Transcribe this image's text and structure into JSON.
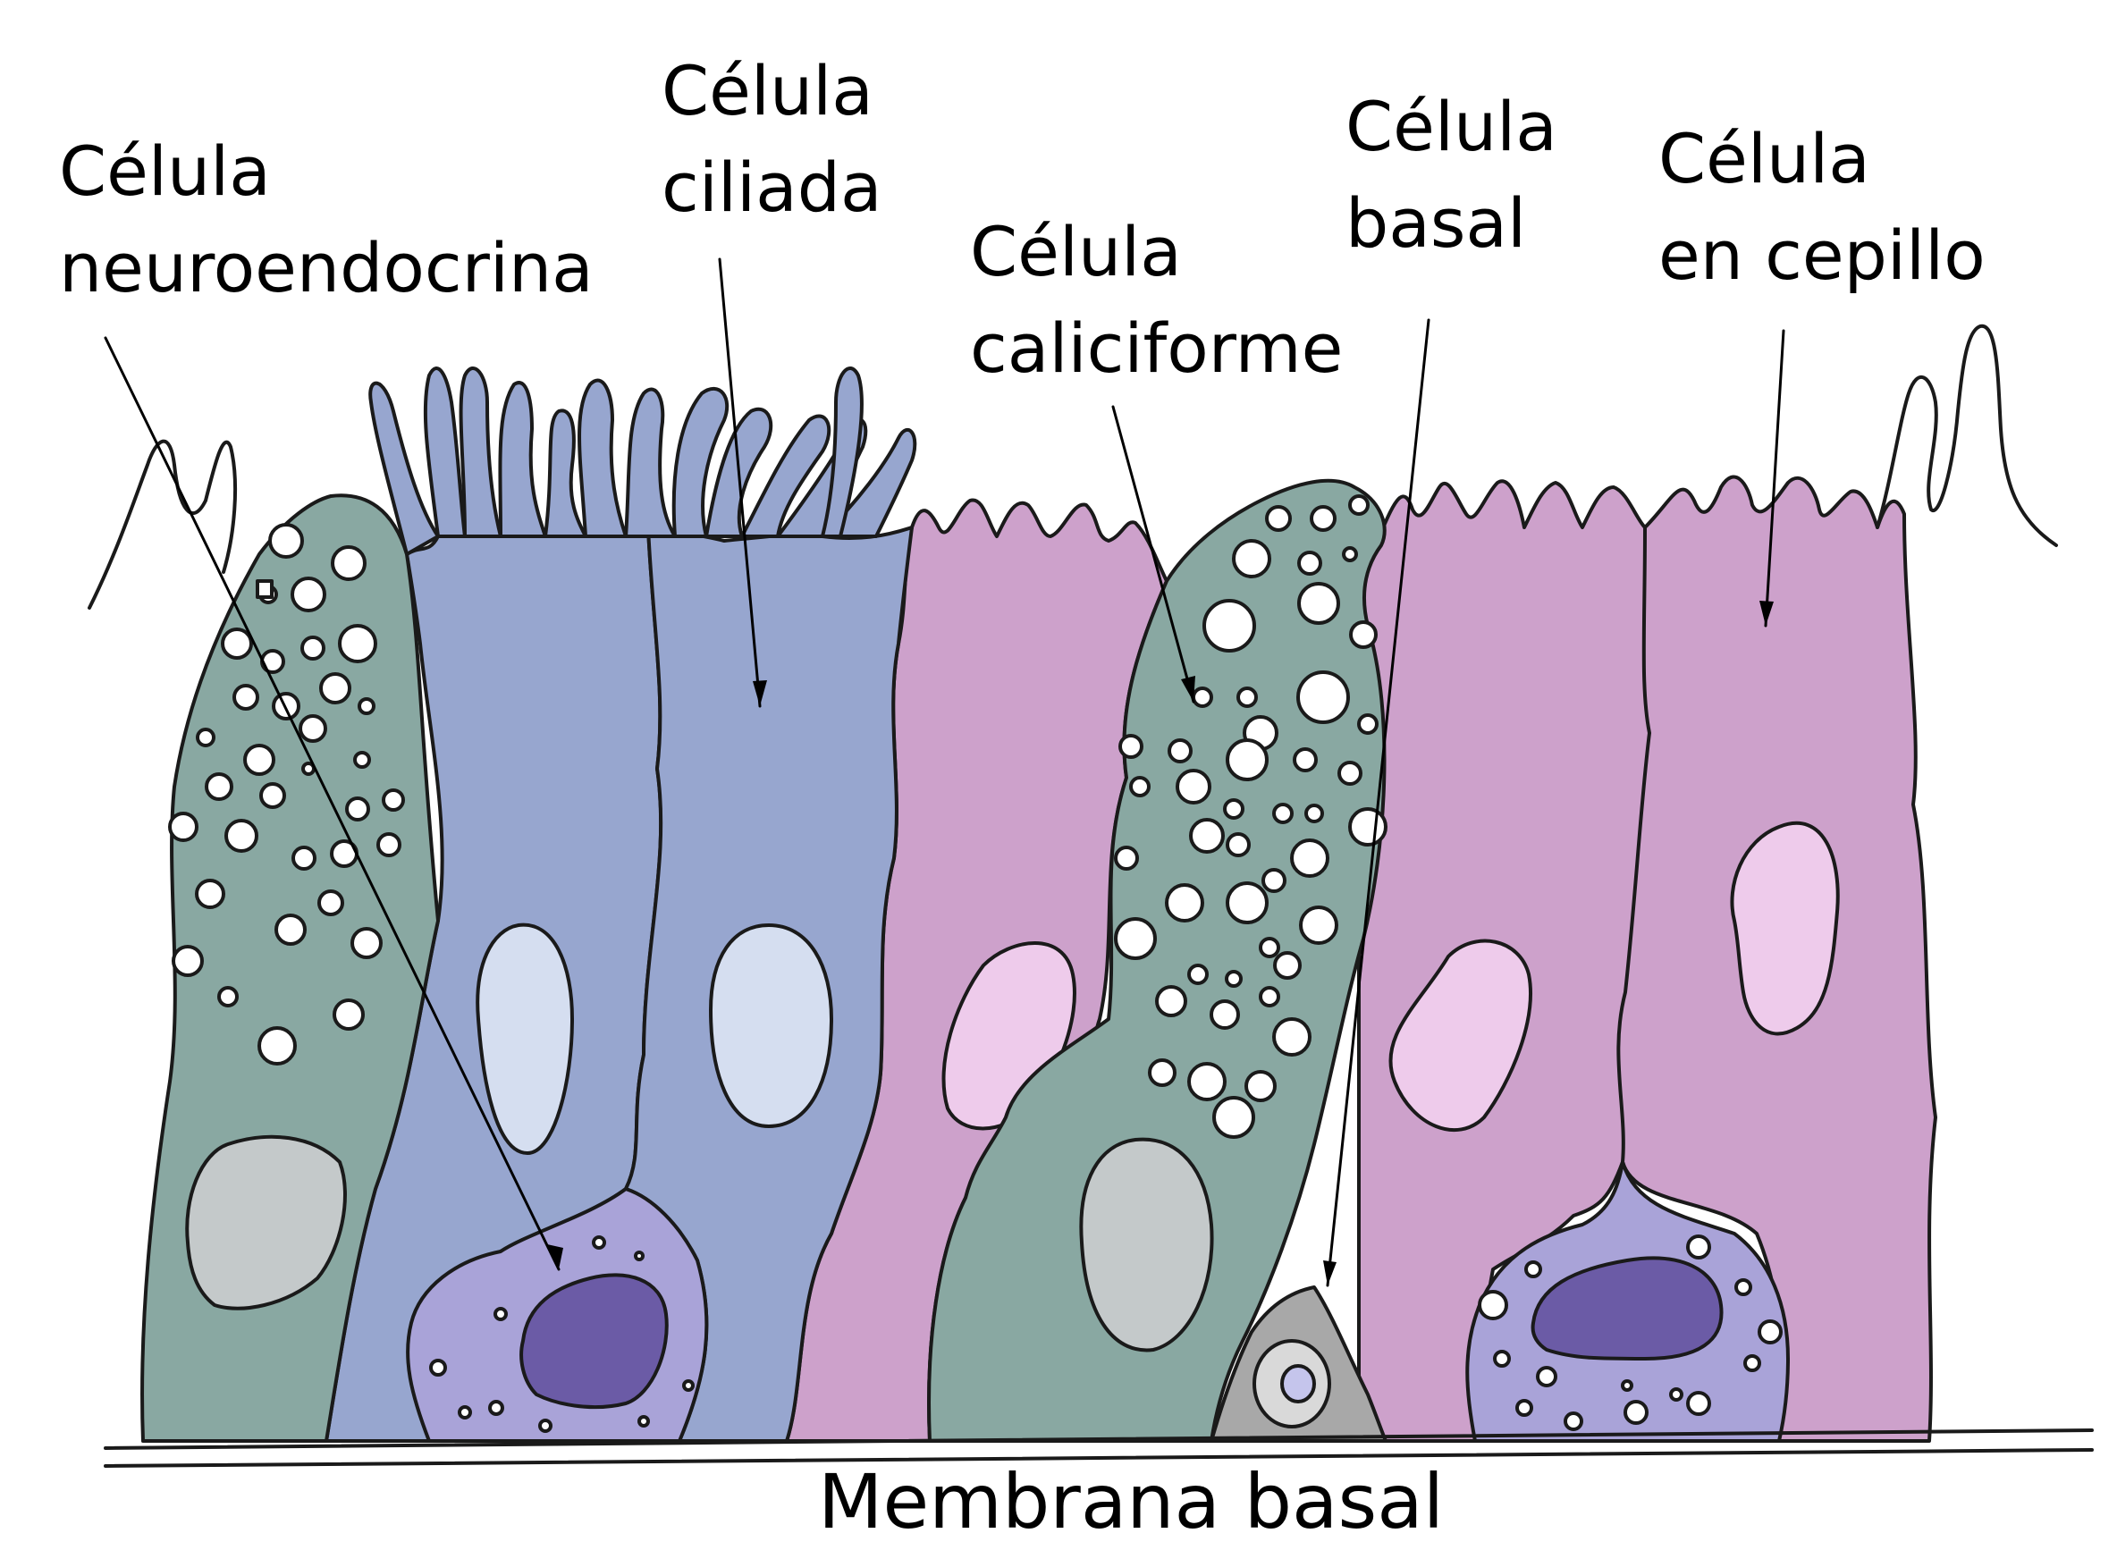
{
  "labels": {
    "neuroendocrine": {
      "line1": "Célula",
      "line2": "neuroendocrina"
    },
    "ciliated": {
      "line1": "Célula",
      "line2": "ciliada"
    },
    "goblet": {
      "line1": "Célula",
      "line2": "caliciforme"
    },
    "basal": {
      "line1": "Célula",
      "line2": "basal"
    },
    "brush": {
      "line1": "Célula",
      "line2": "en cepillo"
    },
    "membrane": "Membrana basal"
  },
  "colors": {
    "neuroendocrine_body": "#89a8a2",
    "ciliated_body": "#97a6cf",
    "ciliated_nucleus": "#d5def0",
    "goblet_body": "#89a8a2",
    "goblet_nucleus": "#c4c9ca",
    "brush_body": "#cda1cb",
    "brush_nucleus": "#eecbeb",
    "neuro_small_body": "#a9a3d8",
    "neuro_small_nucleus": "#6b5ba6",
    "basal_cell": "#a8a8a8",
    "outline": "#1a1a1a"
  }
}
